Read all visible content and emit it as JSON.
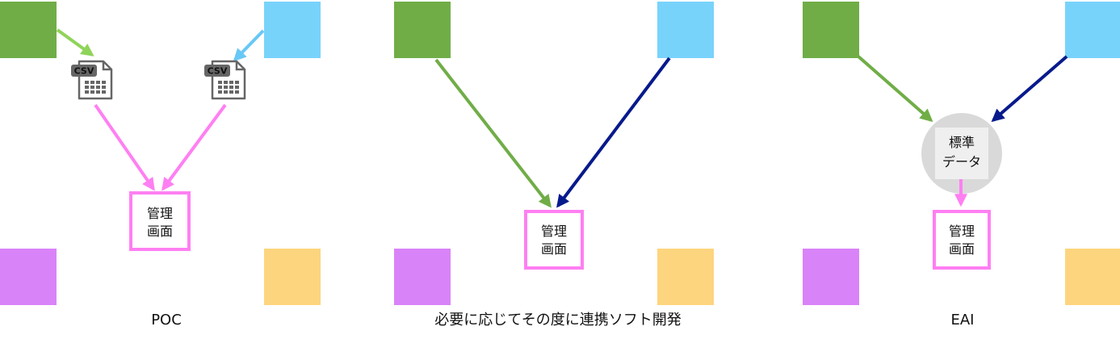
{
  "colors": {
    "green": "#70ad47",
    "blue": "#78d3fb",
    "purple": "#d983f9",
    "yellow": "#fdd57e",
    "magenta": "#ff7ff2",
    "navy": "#071a8c",
    "light_green_arrow": "#8fd45a",
    "light_blue_arrow": "#68c8f5",
    "gray_circle": "#d9d9d9"
  },
  "icons": [
    "csv-file-icon"
  ],
  "panels": [
    {
      "caption": "POC",
      "mgmt_box_lines": [
        "管理",
        "画面"
      ],
      "csv_badge": "CSV"
    },
    {
      "caption": "必要に応じてその度に連携ソフト開発",
      "mgmt_box_lines": [
        "管理",
        "画面"
      ]
    },
    {
      "caption": "EAI",
      "mgmt_box_lines": [
        "管理",
        "画面"
      ],
      "hub_lines": [
        "標準",
        "データ"
      ]
    }
  ]
}
